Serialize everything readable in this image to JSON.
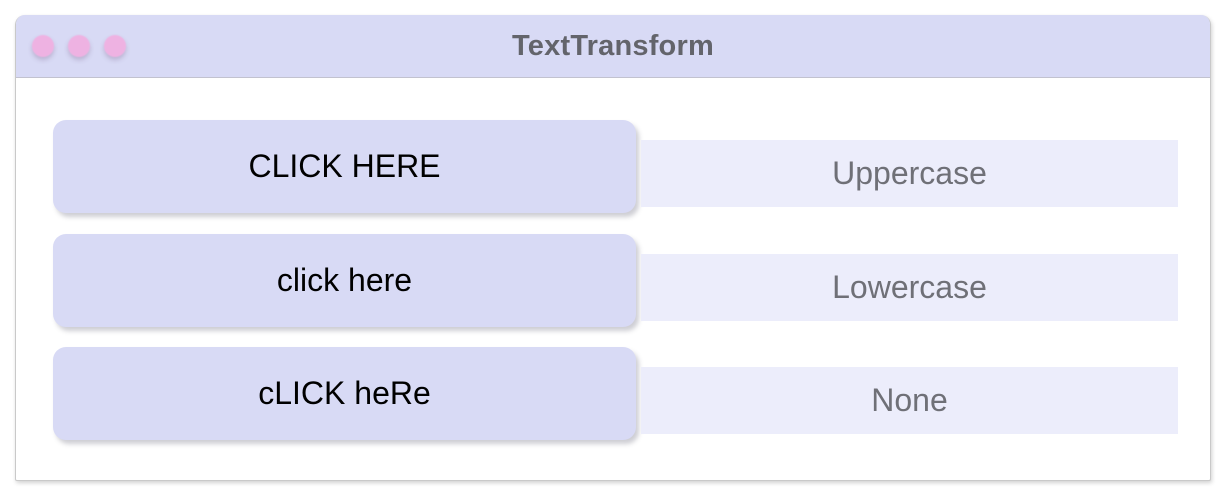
{
  "window": {
    "title": "TextTransform",
    "controls": [
      {
        "name": "close-dot"
      },
      {
        "name": "minimize-dot"
      },
      {
        "name": "maximize-dot"
      }
    ],
    "colors": {
      "titlebar": "#d8daf5",
      "button": "#d8daf5",
      "band": "#ecedfb",
      "dot": "#eeb2e2",
      "title_text": "#63646b",
      "button_text": "#000000",
      "band_text": "#6f7077",
      "body": "#ffffff"
    }
  },
  "rows": [
    {
      "button_label": "CLICK HERE",
      "mode_label": "Uppercase"
    },
    {
      "button_label": "click here",
      "mode_label": "Lowercase"
    },
    {
      "button_label": "cLICK heRe",
      "mode_label": "None"
    }
  ]
}
